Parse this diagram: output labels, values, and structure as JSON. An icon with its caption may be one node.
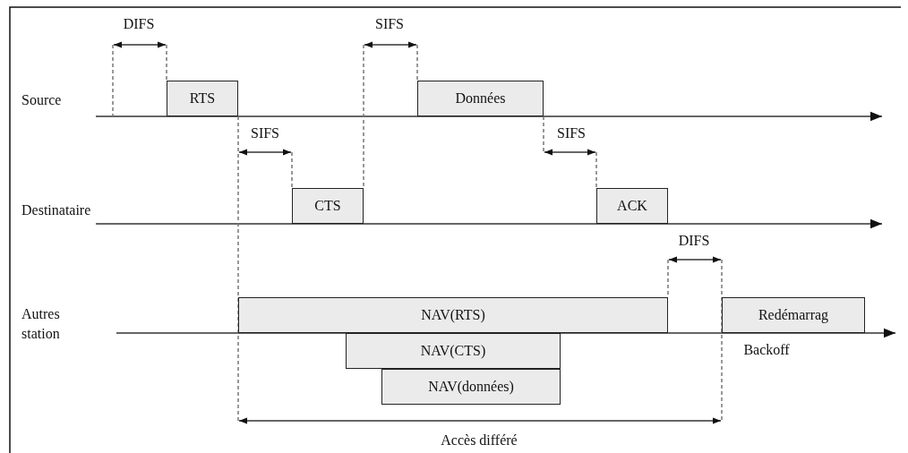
{
  "diagram": {
    "nodes": [
      {
        "text": [
          "RTS"
        ]
      },
      {
        "text": [
          "Données"
        ]
      },
      {
        "text": [
          "CTS"
        ]
      },
      {
        "text": [
          "ACK"
        ]
      },
      {
        "text": [
          "NAV(RTS)"
        ]
      },
      {
        "text": [
          "Redémarrag"
        ],
        "beside": [
          "Backoff"
        ]
      },
      {
        "text": [
          "NAV(CTS)"
        ]
      },
      {
        "text": [
          "NAV(données)"
        ]
      }
    ],
    "labels": [
      "DIFS",
      "SIFS",
      "Source",
      "SIFS",
      "SIFS",
      "Destinataire",
      "DIFS",
      "Autres station",
      "Accès différé"
    ]
  }
}
